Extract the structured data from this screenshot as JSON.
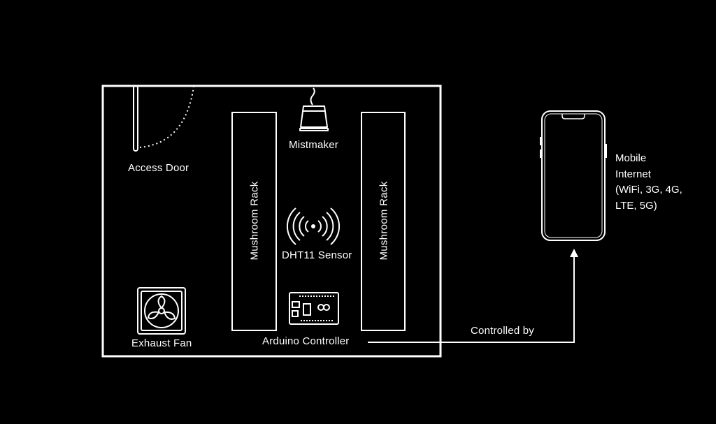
{
  "labels": {
    "access_door": "Access Door",
    "mistmaker": "Mistmaker",
    "rack_left": "Mushroom Rack",
    "rack_right": "Mushroom Rack",
    "sensor": "DHT11 Sensor",
    "exhaust_fan": "Exhaust Fan",
    "controller": "Arduino Controller",
    "controlled_by": "Controlled by",
    "mobile_lines": [
      "Mobile",
      "Internet",
      "(WiFi, 3G, 4G,",
      "LTE, 5G)"
    ]
  },
  "icons": {
    "mistmaker": "humidifier-icon",
    "sensor": "wireless-signal-icon",
    "fan": "exhaust-fan-icon",
    "controller": "arduino-board-icon",
    "mobile": "smartphone-icon",
    "door": "door-swing-icon"
  },
  "colors": {
    "background": "#000000",
    "foreground": "#ffffff"
  }
}
